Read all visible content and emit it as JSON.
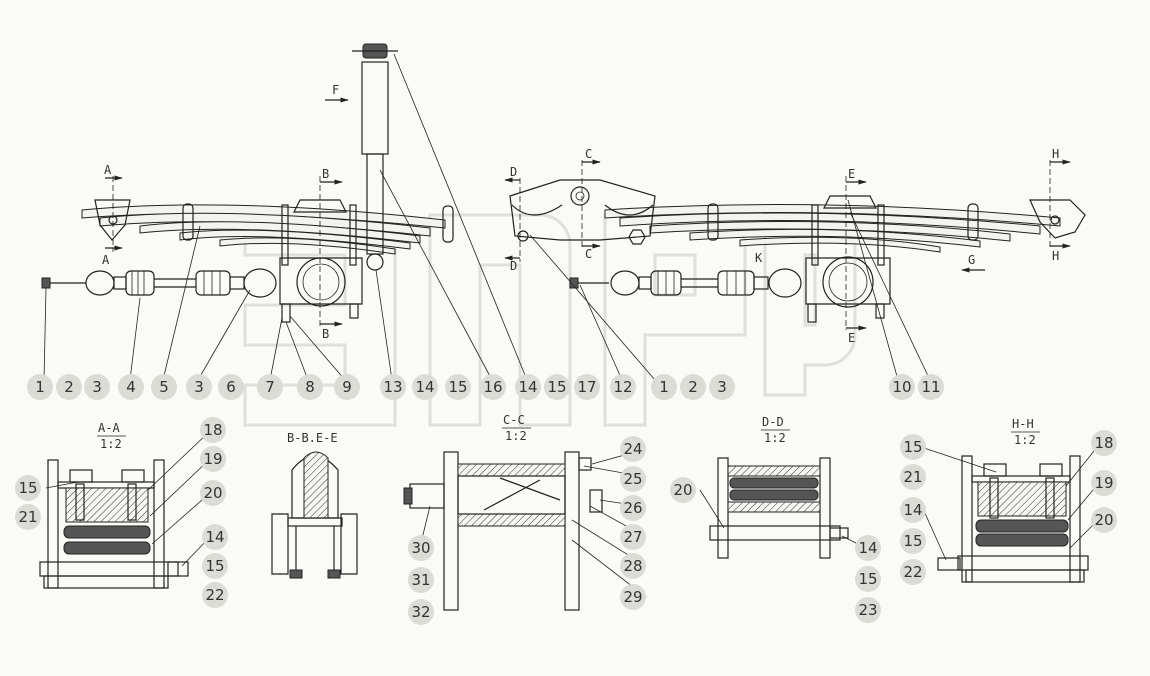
{
  "main_callouts": [
    "1",
    "2",
    "3",
    "4",
    "5",
    "3",
    "6",
    "7",
    "8",
    "9",
    "13",
    "14",
    "15",
    "16",
    "14",
    "15",
    "17",
    "12",
    "1",
    "2",
    "3",
    "10",
    "11"
  ],
  "section_markers": {
    "A_top": "A",
    "A_bottom": "A",
    "B_top": "B",
    "B_bottom": "B",
    "C_top": "C",
    "C_bottom": "C",
    "D_top": "D",
    "D_bottom": "D",
    "E_top": "E",
    "E_bottom": "E",
    "F": "F",
    "G": "G",
    "H_top": "H",
    "H_bottom": "H",
    "K": "K"
  },
  "sections": {
    "aa": {
      "title": "A-A",
      "scale": "1:2",
      "left_callouts": [
        "15",
        "21"
      ],
      "right_callouts": [
        "18",
        "19",
        "20",
        "14",
        "15",
        "22"
      ]
    },
    "bbee": {
      "title": "B-B.E-E"
    },
    "cc": {
      "title": "C-C",
      "scale": "1:2",
      "left_callouts": [
        "30",
        "31",
        "32"
      ],
      "right_callouts": [
        "24",
        "25",
        "26",
        "27",
        "28",
        "29"
      ]
    },
    "dd": {
      "title": "D-D",
      "scale": "1:2",
      "left_callouts": [
        "20"
      ],
      "right_callouts": [
        "14",
        "15",
        "23"
      ]
    },
    "hh": {
      "title": "H-H",
      "scale": "1:2",
      "left_callouts": [
        "15",
        "21",
        "14",
        "15",
        "22"
      ],
      "right_callouts": [
        "18",
        "19",
        "20"
      ]
    }
  }
}
